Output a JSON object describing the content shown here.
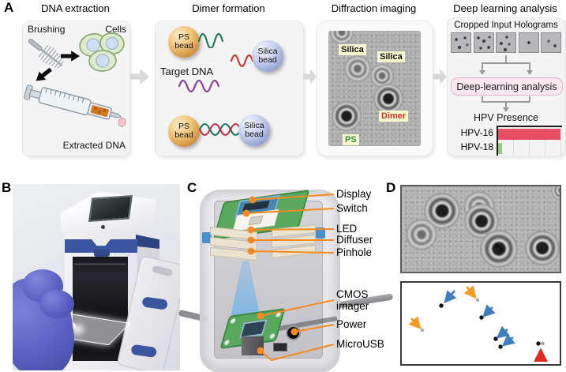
{
  "colors": {
    "accent_orange": "#f6891f",
    "step_box_bg": "#f4f4f5",
    "flow_arrow_gray": "#d9d9d9",
    "pink_box_bg": "#fbe7f0",
    "pink_box_border": "#e5b3c9",
    "device_blue": "#3c55a0",
    "pcb_green": "#58a95d",
    "beam_blue": "#57a8e0",
    "blue_arrow": "#3f7fc1",
    "orange_arrow": "#f59b28",
    "red_arrow": "#e02b20"
  },
  "panelA": {
    "label": "A",
    "step1": {
      "title": "DNA extraction",
      "brushing_label": "Brushing",
      "cells_label": "Cells",
      "extracted_dna_label": "Extracted DNA"
    },
    "step2": {
      "title": "Dimer formation",
      "ps_bead_label": "PS bead",
      "silica_bead_label": "Silica bead",
      "target_dna_label": "Target DNA"
    },
    "step3": {
      "title": "Diffraction imaging",
      "silica_label": "Silica",
      "dimer_label": "Dimer",
      "ps_label": "PS"
    },
    "step4": {
      "title": "Deep learning analysis",
      "input_title": "Cropped Input Holograms",
      "analysis_box_label": "Deep-learning analysis",
      "result_title": "HPV Presence"
    }
  },
  "panelB": {
    "label": "B"
  },
  "panelC": {
    "label": "C",
    "callouts": [
      "Display",
      "Switch",
      "LED",
      "Diffuser",
      "Pinhole",
      "CMOS imager",
      "Power",
      "MicroUSB"
    ]
  },
  "panelD": {
    "label": "D"
  },
  "chart_data": {
    "type": "bar",
    "orientation": "horizontal",
    "title": "HPV Presence",
    "categories": [
      "HPV-16",
      "HPV-18"
    ],
    "values": [
      97,
      6
    ],
    "value_scale": "percent of axis length (no numeric axis labels shown)",
    "colors": [
      "#e94f62",
      "#94c97e"
    ],
    "grid": true,
    "legend": false
  }
}
